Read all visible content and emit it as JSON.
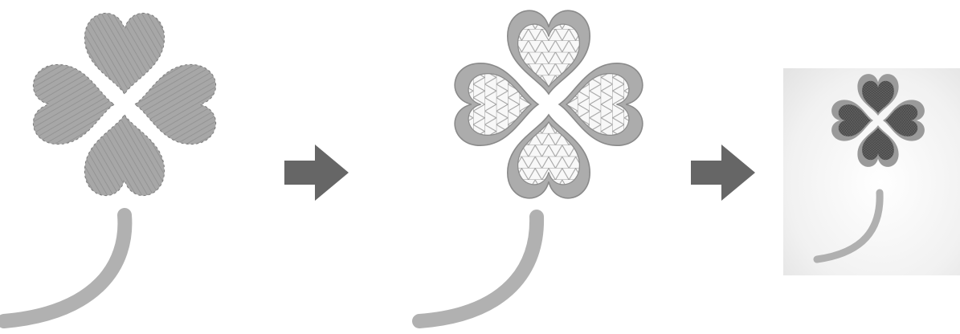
{
  "panels": [
    {
      "id": "p1",
      "stage": "stitch-design"
    },
    {
      "id": "p2",
      "stage": "applique-design"
    },
    {
      "id": "p3",
      "stage": "finished-photo"
    }
  ],
  "icons": {
    "arrow": "right-arrow-icon",
    "clover": "four-leaf-clover-icon"
  },
  "colors": {
    "fill_gray": "#a9a9a9",
    "stroke_gray": "#8c8c8c",
    "stem_gray": "#b3b3b3",
    "arrow_gray": "#666666",
    "mesh_bg": "#f7f7f7",
    "dark_fill": "#4a4a4a",
    "photo_bg": "#eeeeee"
  }
}
